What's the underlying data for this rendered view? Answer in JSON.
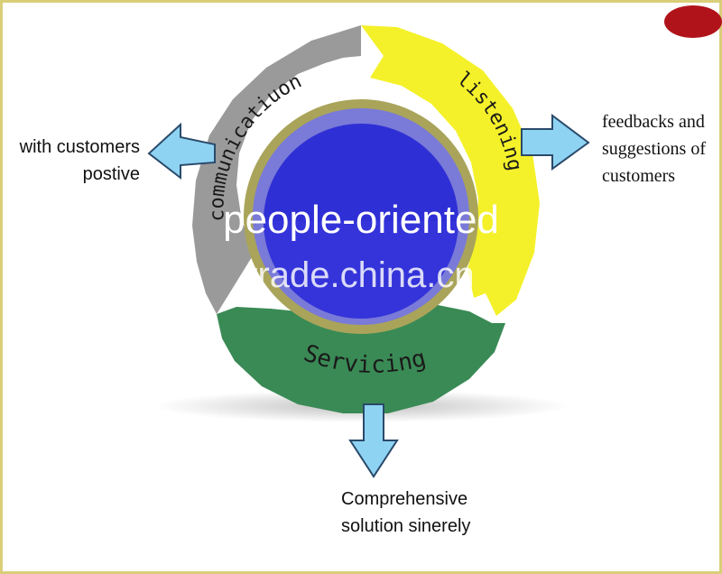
{
  "center": {
    "label": "people-oriented"
  },
  "segments": {
    "communication": "communicatiuon",
    "listening": "listening",
    "servicing": "Servicing"
  },
  "outputs": {
    "left": {
      "line1": "with customers",
      "line2": "postive"
    },
    "right": {
      "line1": "feedbacks and",
      "line2": "suggestions of",
      "line3": "customers"
    },
    "bottom": {
      "line1": "Comprehensive",
      "line2": "solution sinerely"
    }
  },
  "watermark": "trade.china.cn",
  "colors": {
    "gray_ring": "#9a9a9a",
    "yellow_ring": "#f4f12a",
    "green_ring": "#3a8a55",
    "center_blue": "#2f2fd6",
    "arrow_blue": "#8fd3f3",
    "frame": "#d9cf79"
  }
}
